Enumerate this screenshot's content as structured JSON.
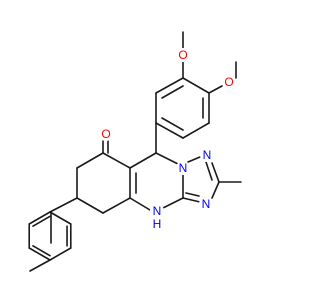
{
  "molecule": {
    "atoms": [
      {
        "id": "O_me1",
        "label": "O"
      },
      {
        "id": "O_me2",
        "label": "O"
      },
      {
        "id": "O_keto",
        "label": "O"
      },
      {
        "id": "N_a",
        "label": "N"
      },
      {
        "id": "N_b",
        "label": "N"
      },
      {
        "id": "N_c",
        "label": "N"
      },
      {
        "id": "N_H",
        "label": "N"
      },
      {
        "id": "H_NH",
        "label": "H"
      }
    ],
    "colors": {
      "bond": "#1a1a1a",
      "oxygen": "#ff0000",
      "nitrogen": "#0000ff"
    }
  }
}
